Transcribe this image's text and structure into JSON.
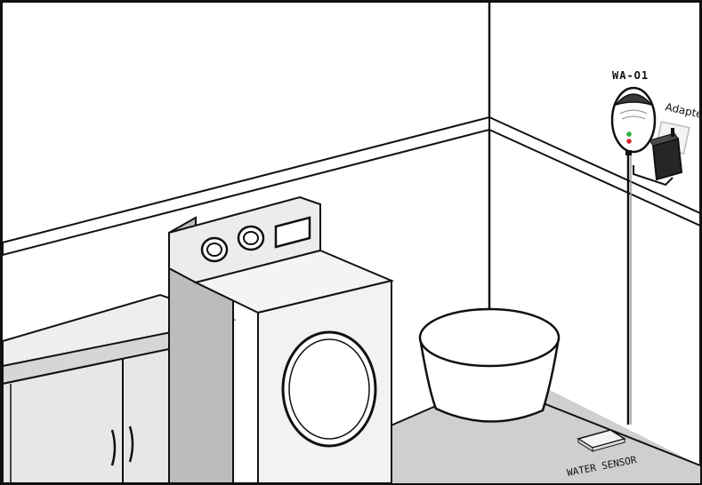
{
  "labels": {
    "device": "WA-O1",
    "adapter": "Adapter",
    "sensor": "WATER SENSOR"
  },
  "colors": {
    "line": "#111111",
    "floor": "#cfcfcf",
    "machine_side": "#bcbcbc",
    "counter_top": "#eeeeee",
    "adapter_body": "#262626",
    "led_green": "#2fae3a",
    "led_red": "#d3262b"
  }
}
